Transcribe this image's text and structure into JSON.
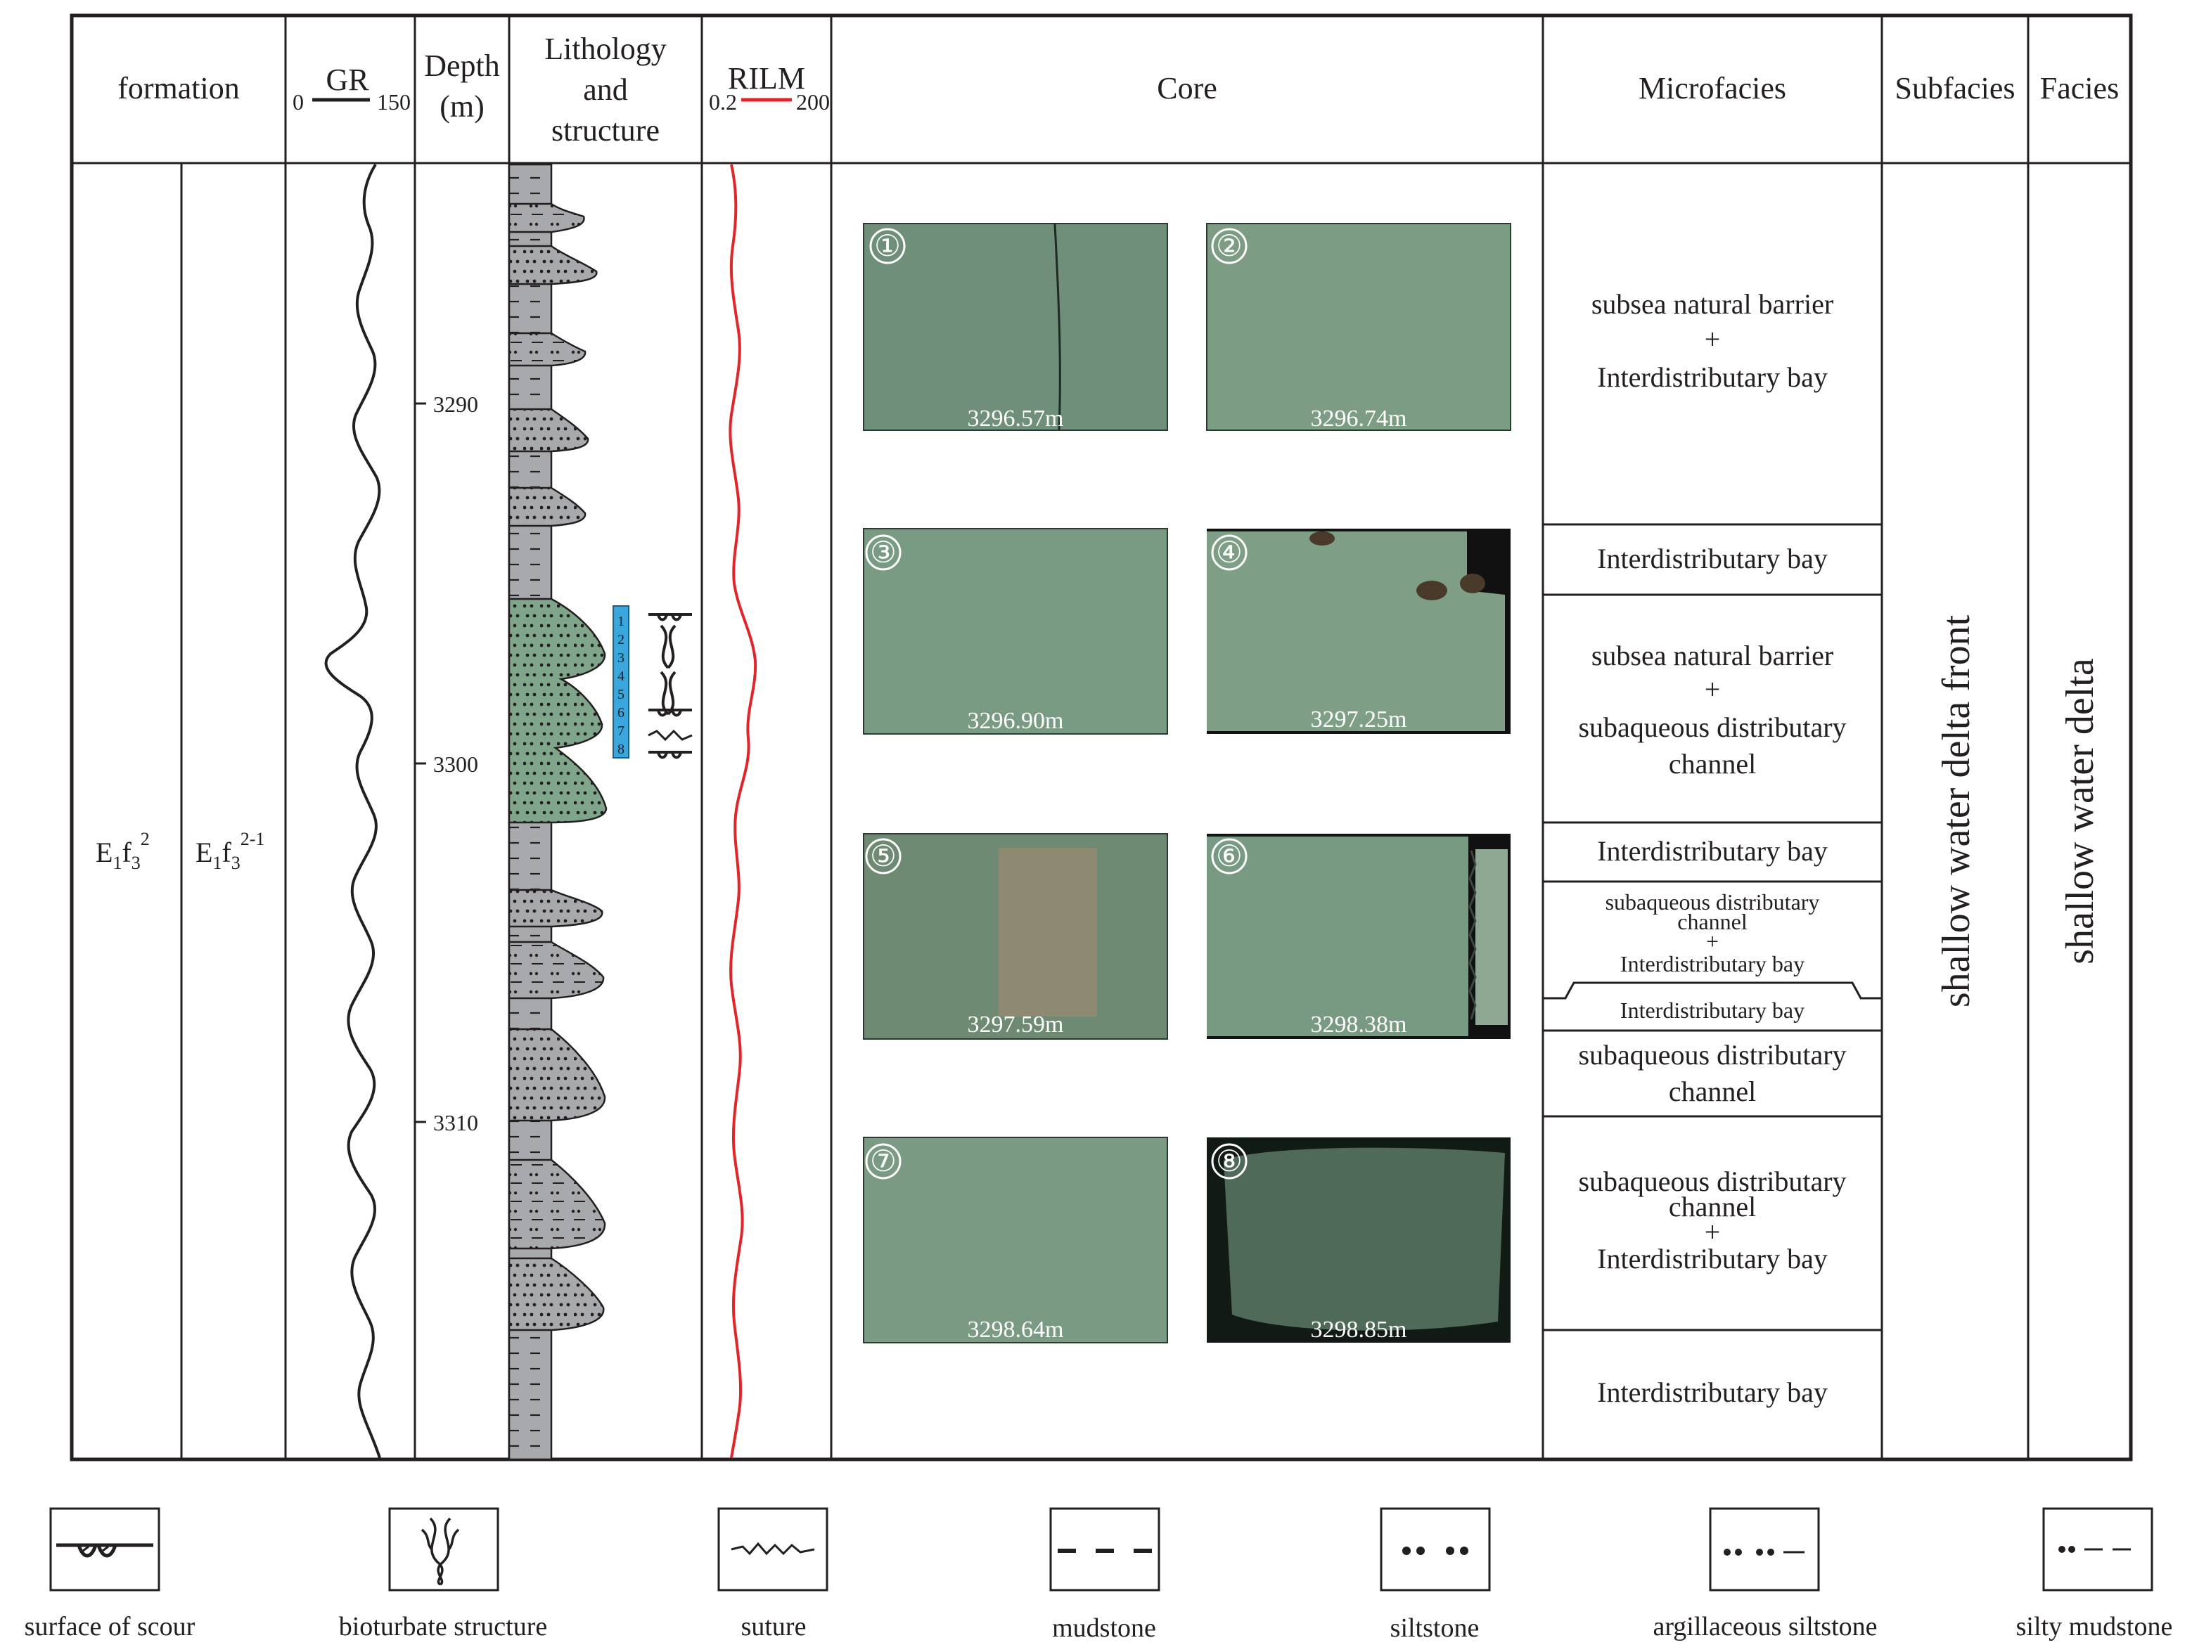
{
  "headers": {
    "formation": "formation",
    "gr": "GR",
    "gr_min": "0",
    "gr_max": "150",
    "depth": [
      "Depth",
      "(m)"
    ],
    "lithology": [
      "Lithology",
      "and",
      "structure"
    ],
    "rilm": "RILM",
    "rilm_min": "0.2",
    "rilm_max": "200",
    "core": "Core",
    "microfacies": "Microfacies",
    "subfacies": "Subfacies",
    "facies": "Facies"
  },
  "formation": {
    "member": {
      "base": "E",
      "sub1": "1",
      "f": "f",
      "sub2": "3",
      "sup": "2"
    },
    "submember": {
      "base": "E",
      "sub1": "1",
      "f": "f",
      "sub2": "3",
      "sup": "2-1"
    }
  },
  "depth_ticks": [
    "3290",
    "3300",
    "3310"
  ],
  "cores": [
    {
      "num": "①",
      "depth": "3296.57m",
      "color": "#6f8f7a"
    },
    {
      "num": "②",
      "depth": "3296.74m",
      "color": "#7c9c84"
    },
    {
      "num": "③",
      "depth": "3296.90m",
      "color": "#799b84"
    },
    {
      "num": "④",
      "depth": "3297.25m",
      "color": "#7f9e86"
    },
    {
      "num": "⑤",
      "depth": "3297.59m",
      "color": "#6e8a72"
    },
    {
      "num": "⑥",
      "depth": "3298.38m",
      "color": "#789a83"
    },
    {
      "num": "⑦",
      "depth": "3298.64m",
      "color": "#7a9a83"
    },
    {
      "num": "⑧",
      "depth": "3298.85m",
      "color": "#4f6a58"
    }
  ],
  "sample_markers": [
    "1",
    "2",
    "3",
    "4",
    "5",
    "6",
    "7",
    "8"
  ],
  "microfacies": [
    [
      "subsea natural barrier",
      "+",
      "Interdistributary bay"
    ],
    [
      "Interdistributary bay"
    ],
    [
      "subsea natural barrier",
      "+",
      "subaqueous distributary",
      "channel"
    ],
    [
      "Interdistributary bay"
    ],
    [
      "subaqueous distributary",
      "channel",
      "+",
      "Interdistributary bay"
    ],
    [
      "Interdistributary bay"
    ],
    [
      "subaqueous distributary",
      "channel"
    ],
    [
      "subaqueous distributary",
      "channel",
      "+",
      "Interdistributary bay"
    ],
    [
      "Interdistributary bay"
    ]
  ],
  "subfacies": "shallow water delta front",
  "facies": "shallow water delta",
  "legend": [
    {
      "label": "surface of scour",
      "icon": "scour-surface-icon"
    },
    {
      "label": "bioturbate structure",
      "icon": "bioturbation-icon"
    },
    {
      "label": "suture",
      "icon": "suture-icon"
    },
    {
      "label": "mudstone",
      "icon": "mudstone-icon"
    },
    {
      "label": "siltstone",
      "icon": "siltstone-icon"
    },
    {
      "label": "argillaceous siltstone",
      "icon": "argillaceous-siltstone-icon"
    },
    {
      "label": "silty mudstone",
      "icon": "silty-mudstone-icon"
    }
  ],
  "colors": {
    "line": "#231f20",
    "rilm": "#e0262b",
    "mud": "#a7a9ac",
    "silt_green": "#7fa58a",
    "marker_blue": "#3aa6dc"
  }
}
